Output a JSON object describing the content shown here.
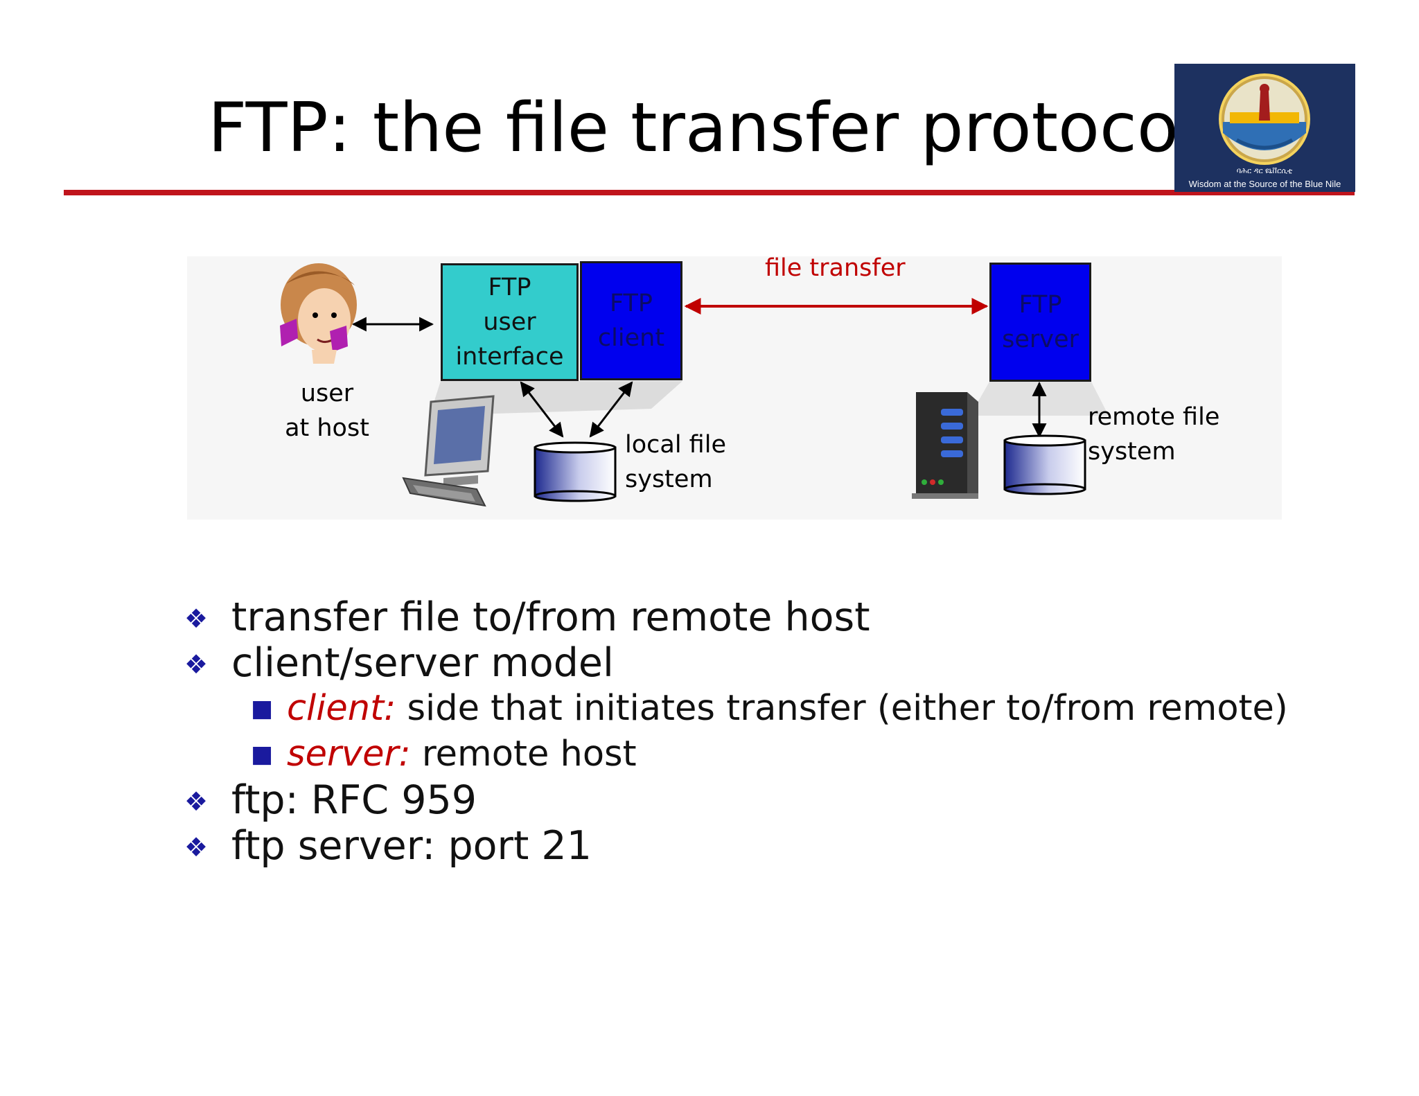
{
  "title": "FTP: the file transfer protocol",
  "logo": {
    "caption": "Wisdom at the Source of the Blue Nile"
  },
  "diagram": {
    "ftp_user_interface": "FTP\nuser\ninterface",
    "ftp_client": "FTP\nclient",
    "ftp_server": "FTP\nserver",
    "file_transfer_label": "file transfer",
    "user_label": "user\nat host",
    "local_fs_label": "local file\nsystem",
    "remote_fs_label": "remote file\nsystem"
  },
  "bullets": [
    {
      "level": 1,
      "text": "transfer file to/from remote host"
    },
    {
      "level": 1,
      "text": "client/server model"
    },
    {
      "level": 2,
      "term": "client:",
      "text": " side that initiates transfer (either to/from remote)"
    },
    {
      "level": 2,
      "term": "server:",
      "text": " remote host"
    },
    {
      "level": 1,
      "text": "ftp: RFC 959"
    },
    {
      "level": 1,
      "text": "ftp server: port 21"
    }
  ],
  "colors": {
    "accent_red": "#c00000",
    "title_rule": "#c0141c",
    "box_cyan": "#33cccc",
    "box_blue": "#0000ee",
    "bullet_blue": "#1a1a9e"
  },
  "icons": [
    "user-avatar-icon",
    "desktop-computer-icon",
    "server-tower-icon",
    "database-icon",
    "university-logo"
  ]
}
